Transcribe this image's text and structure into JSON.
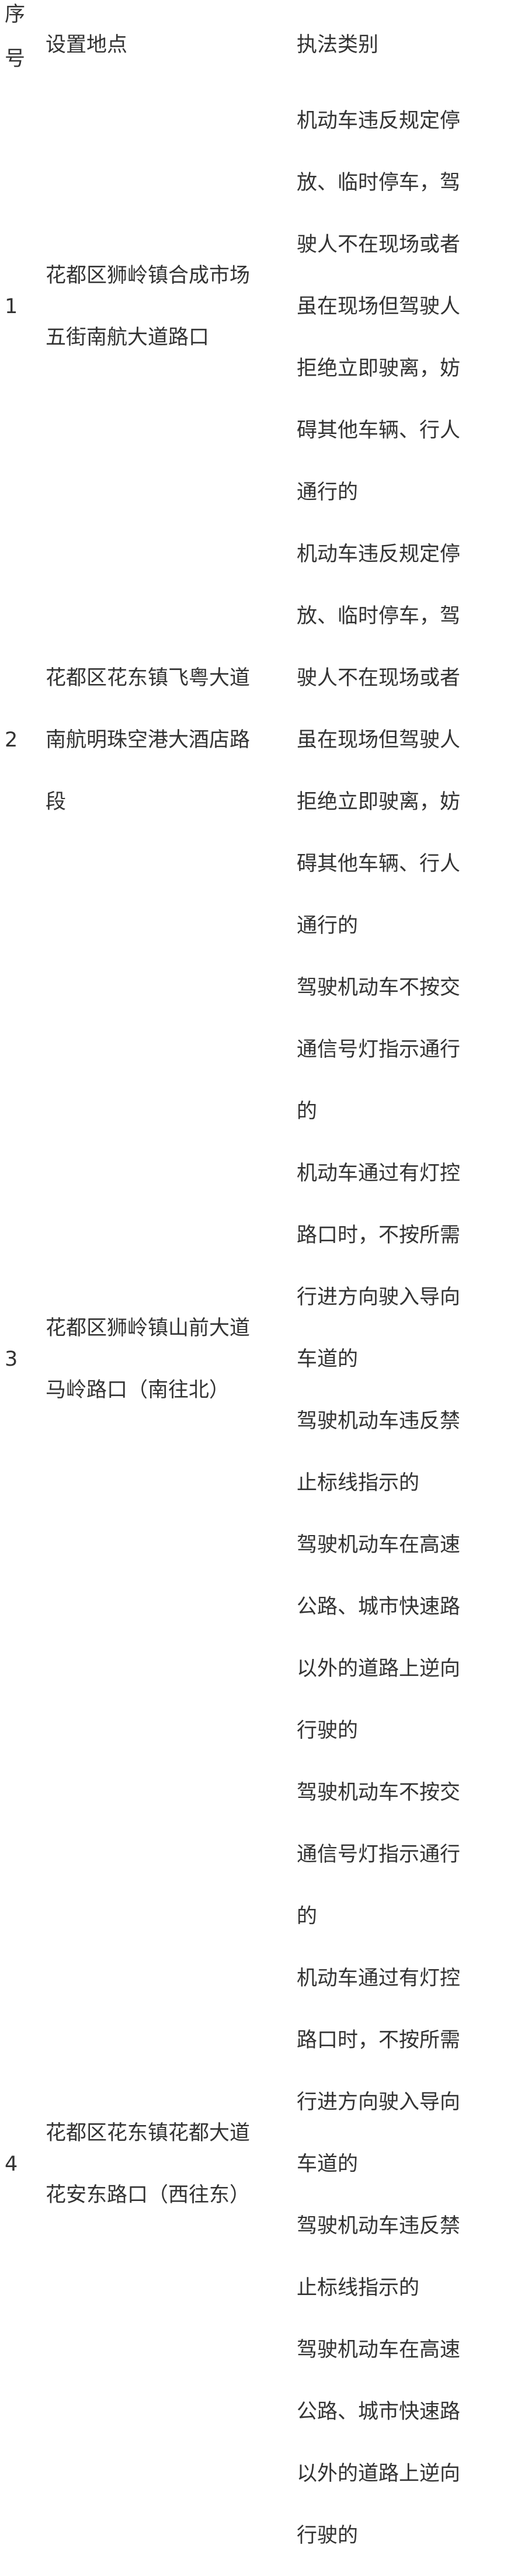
{
  "header": {
    "seq_label_1": "序",
    "seq_label_2": "号",
    "location_label": "设置地点",
    "category_label": "执法类别"
  },
  "rows": [
    {
      "seq": "1",
      "location_lines": [
        "花都区狮岭镇合成市场",
        "五街南航大道路口"
      ],
      "category_lines": [
        "机动车违反规定停",
        "放、临时停车，驾",
        "驶人不在现场或者",
        "虽在现场但驾驶人",
        "拒绝立即驶离，妨",
        "碍其他车辆、行人",
        "通行的"
      ]
    },
    {
      "seq": "2",
      "location_lines": [
        "花都区花东镇飞粤大道",
        "南航明珠空港大酒店路",
        "段"
      ],
      "category_lines": [
        "机动车违反规定停",
        "放、临时停车，驾",
        "驶人不在现场或者",
        "虽在现场但驾驶人",
        "拒绝立即驶离，妨",
        "碍其他车辆、行人",
        "通行的"
      ]
    },
    {
      "seq": "3",
      "location_lines": [
        "花都区狮岭镇山前大道",
        "马岭路口（南往北）"
      ],
      "category_lines": [
        "驾驶机动车不按交",
        "通信号灯指示通行",
        "的",
        "机动车通过有灯控",
        "路口时，不按所需",
        "行进方向驶入导向",
        "车道的",
        "驾驶机动车违反禁",
        "止标线指示的",
        "驾驶机动车在高速",
        "公路、城市快速路",
        "以外的道路上逆向",
        "行驶的"
      ]
    },
    {
      "seq": "4",
      "location_lines": [
        "花都区花东镇花都大道",
        "花安东路口（西往东）"
      ],
      "category_lines": [
        "驾驶机动车不按交",
        "通信号灯指示通行",
        "的",
        "机动车通过有灯控",
        "路口时，不按所需",
        "行进方向驶入导向",
        "车道的",
        "驾驶机动车违反禁",
        "止标线指示的",
        "驾驶机动车在高速",
        "公路、城市快速路",
        "以外的道路上逆向",
        "行驶的"
      ]
    }
  ]
}
